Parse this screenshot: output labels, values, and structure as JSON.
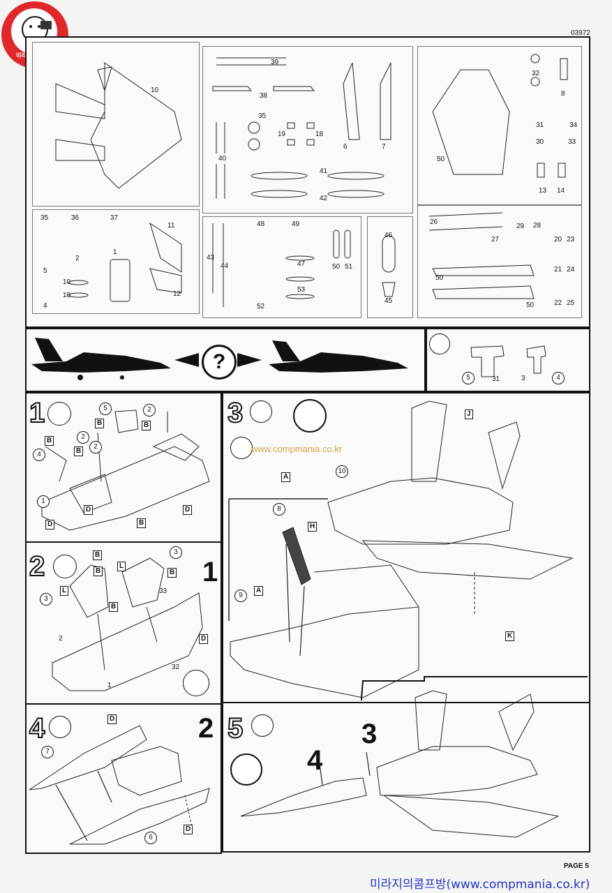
{
  "header": {
    "doc_number": "03972",
    "page_label": "PAGE 5"
  },
  "footer": {
    "site_text": "미라지의콤프방(www.compmania.co.kr)"
  },
  "watermark": {
    "url": "www.compmania.co.kr",
    "logo_text": "미라지의 콤프방"
  },
  "parts_sheet": {
    "labels": [
      "10",
      "39",
      "38",
      "35",
      "19",
      "18",
      "40",
      "6",
      "7",
      "32",
      "8",
      "31",
      "34",
      "30",
      "33",
      "50",
      "13",
      "14",
      "41",
      "42",
      "35",
      "36",
      "37",
      "11",
      "5",
      "2",
      "1",
      "10",
      "10",
      "4",
      "12",
      "43",
      "44",
      "48",
      "49",
      "47",
      "53",
      "52",
      "50",
      "51",
      "46",
      "45",
      "26",
      "27",
      "29",
      "28",
      "20",
      "23",
      "21",
      "24",
      "22",
      "25",
      "50",
      "50"
    ]
  },
  "callouts": {
    "circle_5": "5",
    "circle_31": "31",
    "num_3": "3",
    "circle_4": "4"
  },
  "steps": {
    "s1": {
      "number": "1",
      "parts": [
        "5",
        "2",
        "2",
        "2",
        "4",
        "1"
      ],
      "tags": [
        "B",
        "B",
        "B",
        "B",
        "B",
        "D",
        "D",
        "D"
      ]
    },
    "s2": {
      "number": "2",
      "parts": [
        "3",
        "3",
        "33",
        "2",
        "32",
        "1"
      ],
      "tags": [
        "B",
        "L",
        "B",
        "L",
        "B",
        "B",
        "D"
      ],
      "result": "1"
    },
    "s3": {
      "number": "3",
      "parts": [
        "10",
        "8",
        "9"
      ],
      "tags": [
        "J",
        "A",
        "H",
        "A",
        "K"
      ]
    },
    "s4": {
      "number": "4",
      "parts": [
        "7",
        "6"
      ],
      "tags": [
        "D",
        "D"
      ],
      "result": "2"
    },
    "s5": {
      "number": "5",
      "subassemblies": [
        "4",
        "3"
      ]
    }
  }
}
